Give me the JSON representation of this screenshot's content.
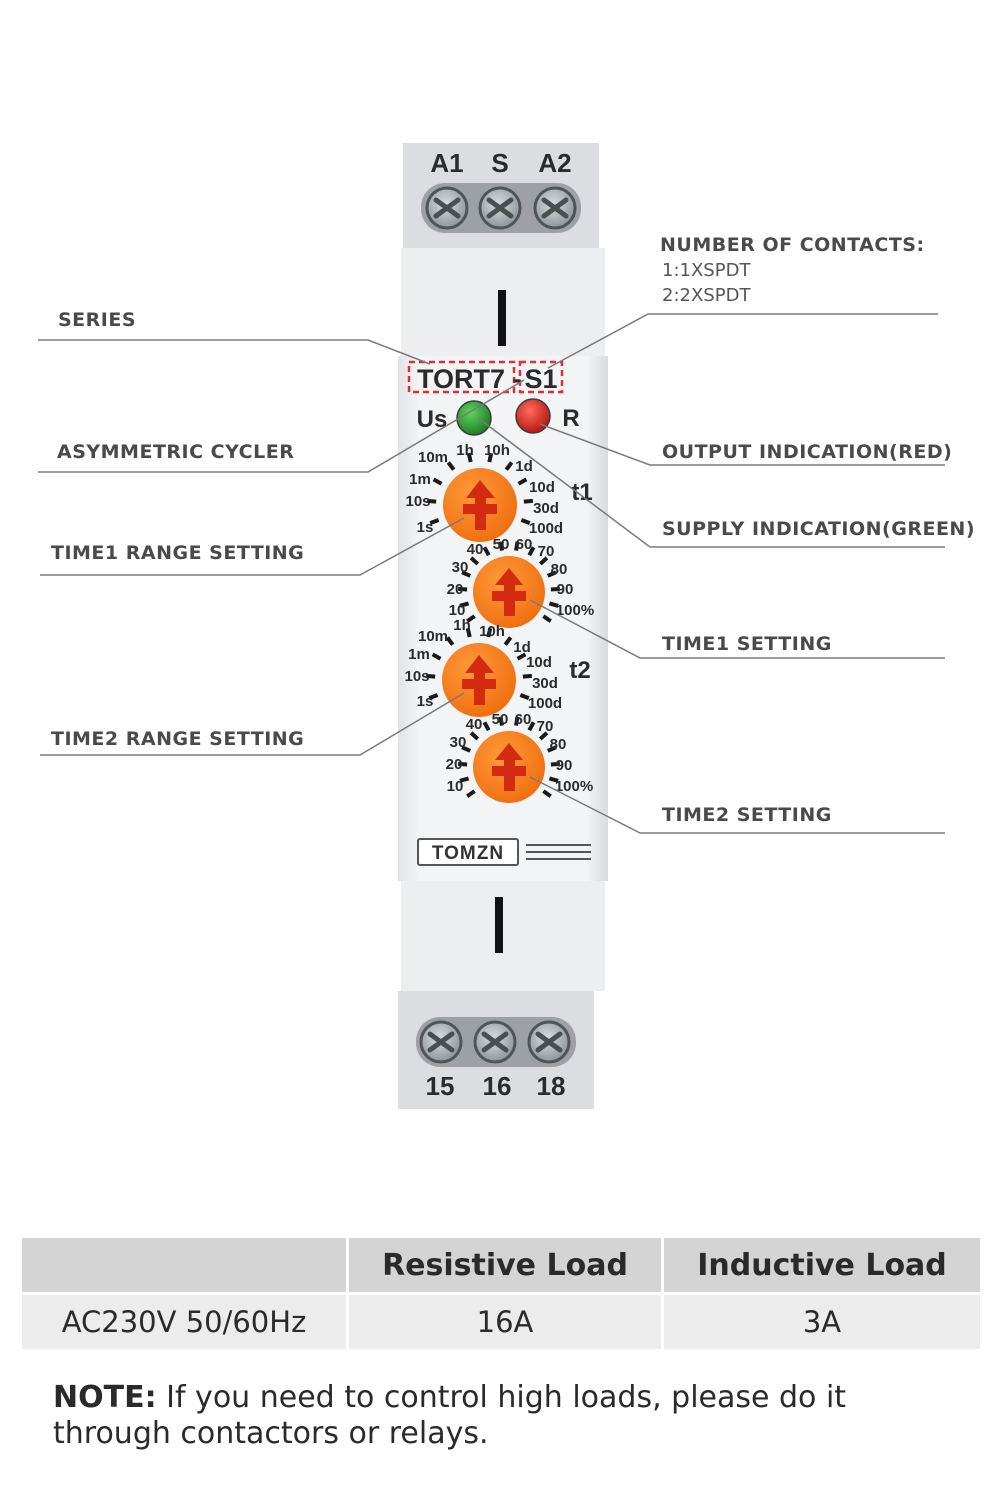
{
  "device": {
    "top_terminals": [
      "A1",
      "S",
      "A2"
    ],
    "bottom_terminals": [
      "15",
      "16",
      "18"
    ],
    "model_prefix": "TORT7",
    "model_dash": "-",
    "model_suffix": "S1",
    "supply_label": "Us",
    "output_label": "R",
    "brand": "TOMZN",
    "t1_label": "t1",
    "t2_label": "t2",
    "range_scale": {
      "left": [
        "10m",
        "1m",
        "10s",
        "1s"
      ],
      "top": [
        "1h",
        "10h",
        "1d"
      ],
      "right": [
        "10d",
        "30d",
        "100d"
      ]
    },
    "time_scale": {
      "left": [
        "30",
        "20",
        "10"
      ],
      "top": [
        "40",
        "50",
        "60",
        "70"
      ],
      "right": [
        "80",
        "90",
        "100%"
      ]
    },
    "colors": {
      "knob": "#f57a17",
      "arrow": "#d42a12",
      "led_green": "#1f8a2e",
      "led_red": "#d81a1a",
      "highlight_box": "#e0302c"
    }
  },
  "callouts": {
    "series": "SERIES",
    "contacts_title": "NUMBER OF CONTACTS:",
    "contacts_1": "1:1XSPDT",
    "contacts_2": "2:2XSPDT",
    "asymmetric": "ASYMMETRIC CYCLER",
    "output_ind": "OUTPUT INDICATION(RED)",
    "supply_ind": "SUPPLY INDICATION(GREEN)",
    "time1_range": "TIME1 RANGE SETTING",
    "time1_setting": "TIME1 SETTING",
    "time2_range": "TIME2 RANGE SETTING",
    "time2_setting": "TIME2 SETTING"
  },
  "spec_table": {
    "headers": [
      "",
      "Resistive Load",
      "Inductive Load"
    ],
    "rows": [
      [
        "AC230V 50/60Hz",
        "16A",
        "3A"
      ]
    ]
  },
  "note": {
    "label": "NOTE:",
    "text": " If you need to control high loads, please do it through contactors or relays."
  }
}
